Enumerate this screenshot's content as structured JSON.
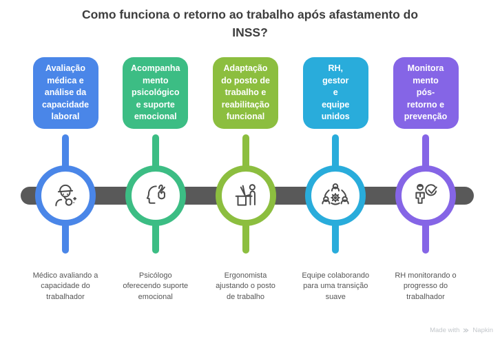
{
  "title": "Como funciona o retorno ao trabalho após afastamento do\nINSS?",
  "colors": {
    "bar": "#595959",
    "title_text": "#3d3d3d",
    "caption_text": "#555555",
    "icon_stroke": "#4b4b4b",
    "watermark_text": "#c3c7cb"
  },
  "steps": [
    {
      "label": "Avaliação\nmédica e\nanálise da\ncapacidade\nlaboral",
      "caption": "Médico avaliando a\ncapacidade do\ntrabalhador",
      "color": "#4a86e8",
      "icon": "doctor-magnifier-icon"
    },
    {
      "label": "Acompanha\nmento\npsicológico\ne suporte\nemocional",
      "caption": "Psicólogo\noferecendo suporte\nemocional",
      "color": "#3cbd84",
      "icon": "head-hand-icon"
    },
    {
      "label": "Adaptação\ndo posto de\ntrabalho e\nreabilitação\nfuncional",
      "caption": "Ergonomista\najustando o posto\nde trabalho",
      "color": "#8cbe3f",
      "icon": "standing-desk-icon"
    },
    {
      "label": "RH,\ngestor\ne\nequipe\nunidos",
      "caption": "Equipe colaborando\npara uma transição\nsuave",
      "color": "#29acdb",
      "icon": "team-gear-icon"
    },
    {
      "label": "Monitora\nmento\npós-\nretorno e\nprevenção",
      "caption": "RH monitorando o\nprogresso do\ntrabalhador",
      "color": "#8565e6",
      "icon": "person-check-icon"
    }
  ],
  "watermark": {
    "prefix": "Made with",
    "brand": "Napkin"
  }
}
